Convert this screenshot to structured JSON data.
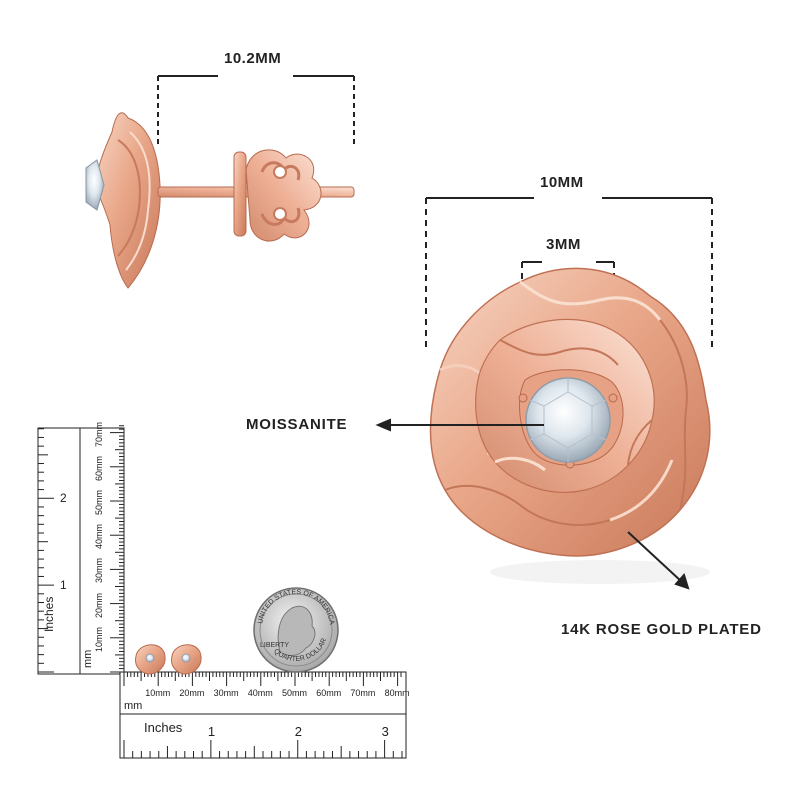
{
  "dimensions": {
    "side_width": "10.2MM",
    "front_width": "10MM",
    "stone_width": "3MM"
  },
  "callouts": {
    "stone": "MOISSANITE",
    "metal": "14K ROSE GOLD PLATED"
  },
  "ruler": {
    "vertical_mm_ticks": [
      "10mm",
      "20mm",
      "30mm",
      "40mm",
      "50mm",
      "60mm",
      "70mm"
    ],
    "vertical_inch_ticks": [
      "1",
      "2"
    ],
    "vertical_inch_label": "Inches",
    "vertical_mm_label": "mm",
    "horizontal_mm_ticks": [
      "10mm",
      "20mm",
      "30mm",
      "40mm",
      "50mm",
      "60mm",
      "70mm",
      "80mm"
    ],
    "horizontal_mm_label": "mm",
    "horizontal_inch_label": "Inches",
    "horizontal_inch_ticks": [
      "1",
      "2",
      "3"
    ]
  },
  "coin": {
    "top_text": "UNITED STATES OF AMERICA",
    "left_text": "LIBERTY",
    "bottom_text": "QUARTER DOLLAR"
  },
  "colors": {
    "rose_gold": "#e8a487",
    "rose_gold_dark": "#c77a5e",
    "rose_gold_light": "#f6d2c0",
    "dimension_line": "#222222"
  }
}
